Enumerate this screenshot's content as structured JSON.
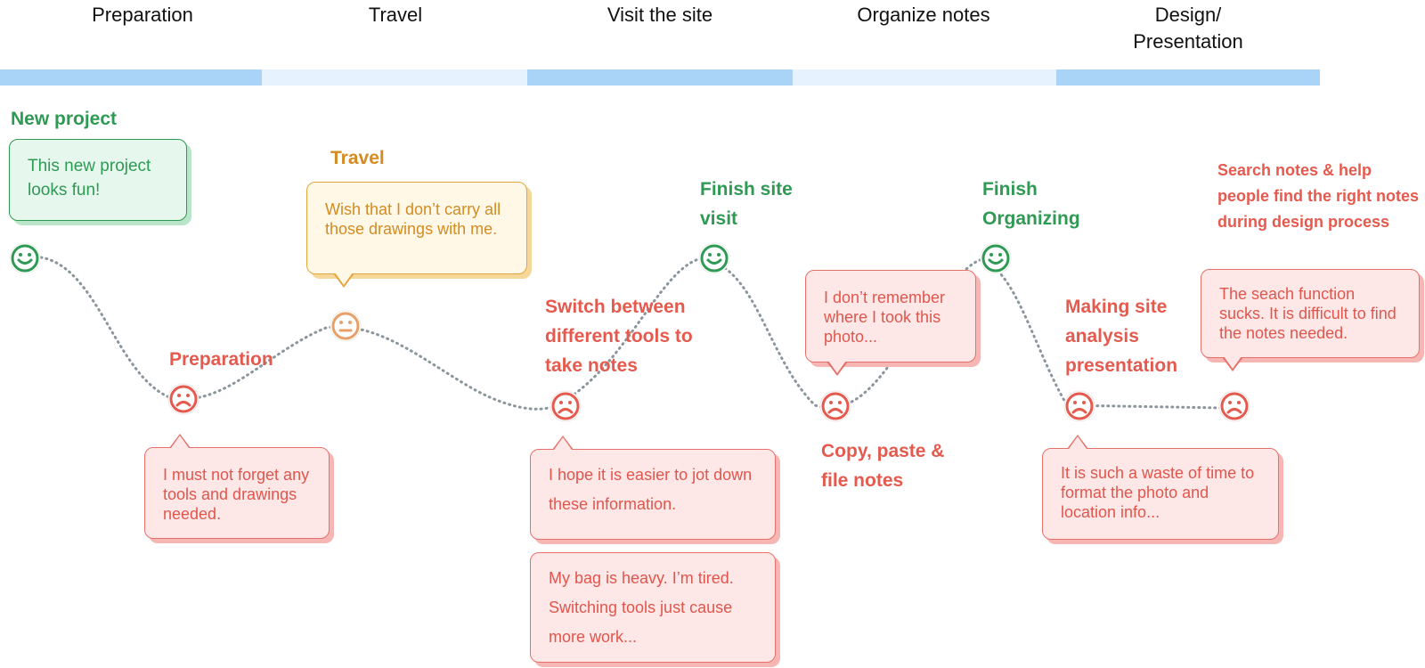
{
  "phases": [
    {
      "label": "Preparation"
    },
    {
      "label": "Travel"
    },
    {
      "label": "Visit the site"
    },
    {
      "label": "Organize notes"
    },
    {
      "label": "Design/\nPresentation"
    }
  ],
  "colors": {
    "positive": "#2f9a54",
    "neutral": "#d48b22",
    "negative": "#e55a4e",
    "phase_bar_dark": "#a9d4f7",
    "phase_bar_light": "#e6f2fd",
    "path": "#8a969c"
  },
  "steps": [
    {
      "label": "New project",
      "mood": "happy-face-icon",
      "bubbles": [
        "This new project looks fun!"
      ]
    },
    {
      "label": "Preparation",
      "mood": "sad-face-icon",
      "bubbles": [
        "I must not forget any tools and drawings needed."
      ]
    },
    {
      "label": "Travel",
      "mood": "neutral-face-icon",
      "bubbles": [
        "Wish that I don’t carry all those drawings with me."
      ]
    },
    {
      "label": "Switch between different tools to take notes",
      "mood": "sad-face-icon",
      "bubbles": [
        "I hope it is easier to jot down these information.",
        "My bag is heavy. I’m tired. Switching tools just cause more work..."
      ]
    },
    {
      "label": "Finish site visit",
      "mood": "happy-face-icon",
      "bubbles": []
    },
    {
      "label": "Copy, paste & file notes",
      "mood": "sad-face-icon",
      "bubbles": [
        "I don’t remember where I took this photo..."
      ]
    },
    {
      "label": "Finish Organizing",
      "mood": "happy-face-icon",
      "bubbles": []
    },
    {
      "label": "Making site analysis presentation",
      "mood": "sad-face-icon",
      "bubbles": [
        "It is such a waste of time to format the photo and location info..."
      ]
    },
    {
      "label": "Search notes & help people find the right notes during design process",
      "mood": "sad-face-icon",
      "bubbles": [
        "The seach function sucks. It is difficult to find the notes needed."
      ]
    }
  ]
}
